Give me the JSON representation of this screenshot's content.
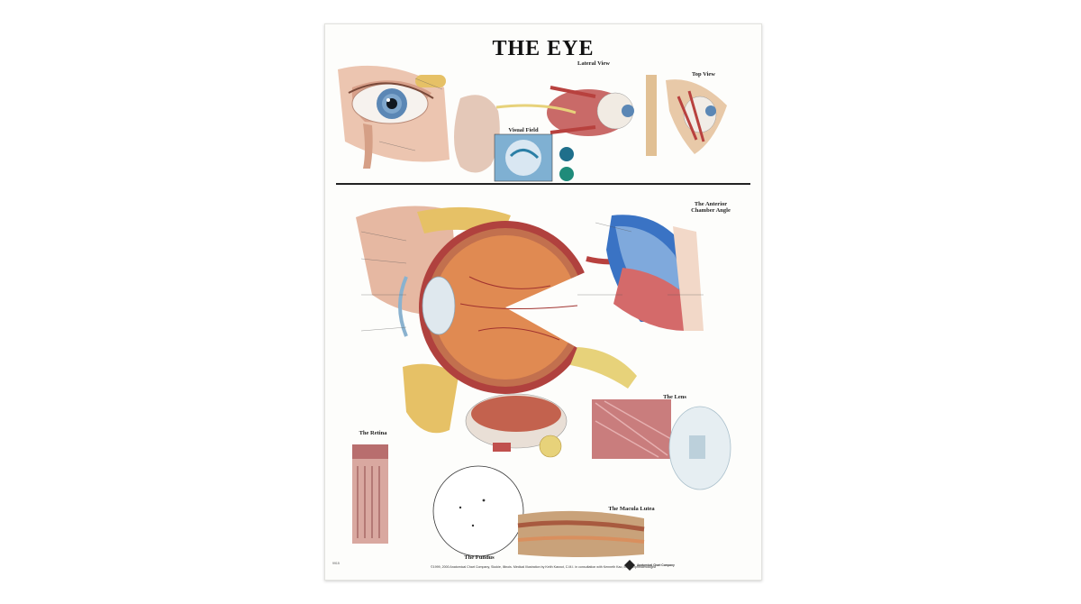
{
  "poster": {
    "title": "THE EYE",
    "sections": {
      "lateral_view": "Lateral View",
      "top_view": "Top View",
      "visual_field": "Visual Field",
      "anterior_chamber_angle_line1": "The Anterior",
      "anterior_chamber_angle_line2": "Chamber Angle",
      "lens": "The Lens",
      "retina": "The Retina",
      "macula": "The Macula Lutea",
      "fundus": "The Fundus"
    },
    "footer": "©1999, 2000 Anatomical Chart Company, Skokie, Illinois. Medical Illustration by Keith Kasnot, C.M.I. in consultation with Kenneth Kao, M.D., Ophthalmologist",
    "catalog_code": "9915",
    "publisher": "Anatomical Chart Company"
  },
  "colors": {
    "iris": "#5b87b5",
    "sclera": "#f4f1ec",
    "muscle": "#c0504d",
    "vessel_blue": "#3a73c4",
    "fat": "#e6c166",
    "skin": "#e6b8a2"
  }
}
